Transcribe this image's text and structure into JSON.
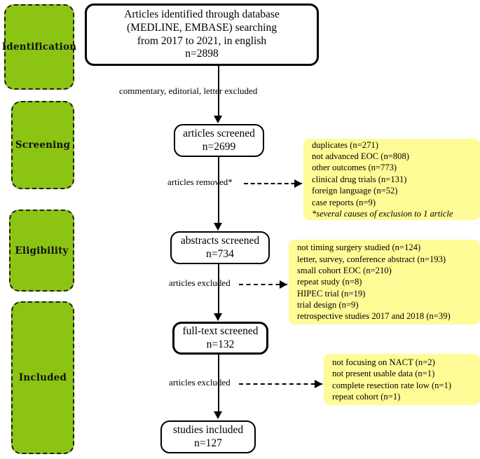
{
  "diagram": {
    "title": "PRISMA study selection flow diagram",
    "colors": {
      "stage_green": "#8CC413",
      "exclusion_yellow": "#FFFB97",
      "line_black": "#000000",
      "background": "#FFFFFF"
    }
  },
  "stages": [
    {
      "label": "Identification"
    },
    {
      "label": "Screening"
    },
    {
      "label": "Eligibility"
    },
    {
      "label": "Included"
    }
  ],
  "flow": {
    "identified": {
      "lines": [
        "Articles identified through database",
        "(MEDLINE, EMBASE) searching",
        "from 2017 to 2021, in english",
        "n=2898"
      ]
    },
    "screened": {
      "lines": [
        "articles screened",
        "n=2699"
      ]
    },
    "abstracts": {
      "lines": [
        "abstracts screened",
        "n=734"
      ]
    },
    "fulltext": {
      "lines": [
        "full-text screened",
        "n=132"
      ]
    },
    "included": {
      "lines": [
        "studies included",
        "n=127"
      ]
    }
  },
  "edge_labels": {
    "commentary_excluded": "commentary, editorial, letter excluded",
    "articles_removed": "articles removed*",
    "articles_excluded_abstracts": "articles excluded",
    "articles_excluded_fulltext": "articles excluded"
  },
  "exclusions": {
    "screening": {
      "lines": [
        "duplicates (n=271)",
        "not advanced EOC (n=808)",
        "other outcomes (n=773)",
        "clinical drug trials (n=131)",
        "foreign language (n=52)",
        "case reports (n=9)"
      ],
      "footnote": "*several causes of exclusion to 1 article"
    },
    "eligibility": {
      "lines": [
        "not timing surgery studied (n=124)",
        "letter, survey, conference abstract (n=193)",
        "small cohort EOC (n=210)",
        "repeat study (n=8)",
        "HIPEC trial (n=19)",
        "trial design (n=9)",
        "retrospective studies 2017 and 2018 (n=39)"
      ]
    },
    "included": {
      "lines": [
        "not focusing on NACT (n=2)",
        "not present usable data (n=1)",
        "complete resection rate low (n=1)",
        "repeat cohort (n=1)"
      ]
    }
  }
}
